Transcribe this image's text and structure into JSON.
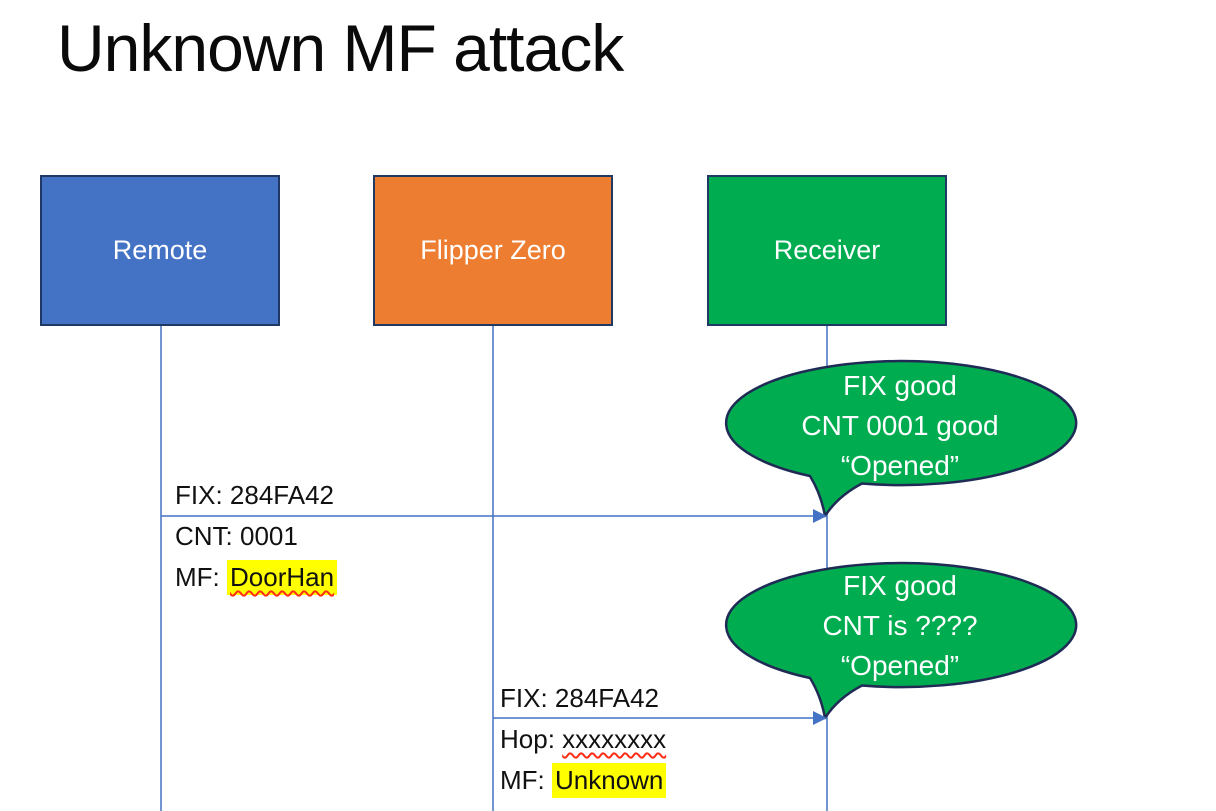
{
  "slide": {
    "title": "Unknown MF attack"
  },
  "actors": [
    {
      "id": "remote",
      "label": "Remote",
      "color": "#4472C4"
    },
    {
      "id": "flipper-zero",
      "label": "Flipper Zero",
      "color": "#ED7D31"
    },
    {
      "id": "receiver",
      "label": "Receiver",
      "color": "#00AC50"
    }
  ],
  "messages": [
    {
      "from": "Remote",
      "to": "Receiver",
      "lines": [
        {
          "pre": "FIX: 284FA42",
          "hl": ""
        },
        {
          "pre": "CNT: 0001",
          "hl": ""
        },
        {
          "pre": "MF: ",
          "hl": "DoorHan"
        }
      ]
    },
    {
      "from": "Flipper Zero",
      "to": "Receiver",
      "lines": [
        {
          "pre": "FIX: 284FA42",
          "hl": ""
        },
        {
          "pre": "Hop: ",
          "hl": "xxxxxxxx"
        },
        {
          "pre": "MF: ",
          "hl": "Unknown"
        }
      ]
    }
  ],
  "callouts": [
    {
      "lines": [
        "FIX good",
        "CNT 0001 good",
        "“Opened”"
      ]
    },
    {
      "lines": [
        "FIX good",
        "CNT is ????",
        "“Opened”"
      ]
    }
  ],
  "colors": {
    "remote_box": "#4472C4",
    "flipper_box": "#ED7D31",
    "receiver_box": "#00AC50",
    "box_border": "#1F3864",
    "bubble_fill": "#00AC50",
    "bubble_border": "#1F2B55",
    "connector_blue": "#4472C4",
    "highlight_yellow": "#FFFF00",
    "squiggle_red": "#FF2D16",
    "title_text": "#0A0A0A",
    "label_text": "#111111",
    "box_text": "#FFFFFF"
  }
}
